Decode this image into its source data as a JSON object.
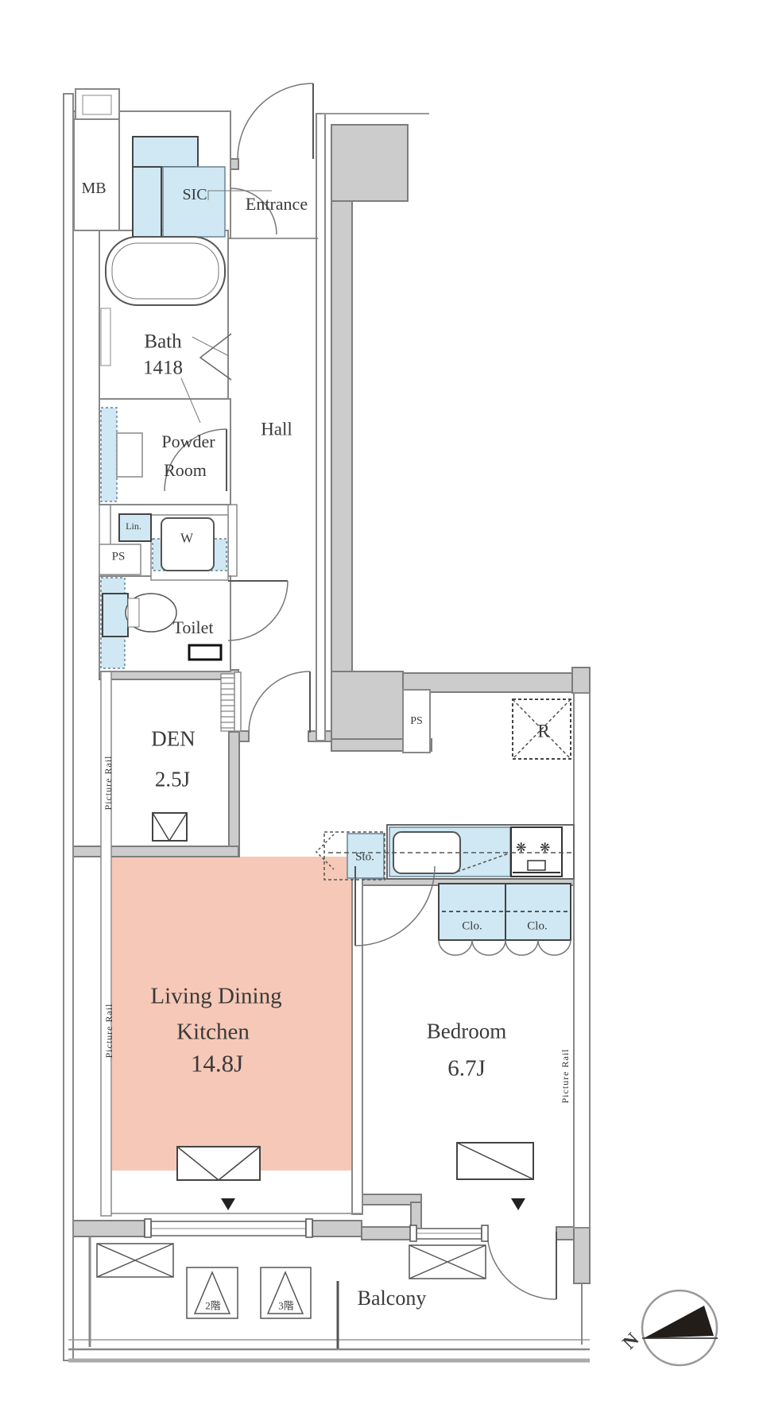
{
  "plan": {
    "rooms": {
      "mb": "MB",
      "sic": "SIC",
      "entrance": "Entrance",
      "bath": "Bath",
      "bath_size": "1418",
      "powder_line1": "Powder",
      "powder_line2": "Room",
      "hall": "Hall",
      "linen": "Lin.",
      "ps_left": "PS",
      "washer": "W",
      "toilet": "Toilet",
      "den": "DEN",
      "den_size": "2.5J",
      "ps_kitchen": "PS",
      "fridge": "R",
      "storage": "Sto.",
      "closet_left": "Clo.",
      "closet_right": "Clo.",
      "ldk_line1": "Living Dining",
      "ldk_line2": "Kitchen",
      "ldk_size": "14.8J",
      "bedroom": "Bedroom",
      "bedroom_size": "6.7J",
      "balcony": "Balcony",
      "hatch_floor2": "2階",
      "hatch_floor3": "3階",
      "picture_rail": "Picture Rail",
      "compass_north": "N"
    },
    "icons": {
      "burner": "❋"
    },
    "colors": {
      "ldk_fill": "#f6c8b7",
      "fixture_fill": "#cfe8f4",
      "wall_fill": "#cccccc",
      "wall_line": "#7d7d7d",
      "text": "#3a3a3a"
    }
  }
}
